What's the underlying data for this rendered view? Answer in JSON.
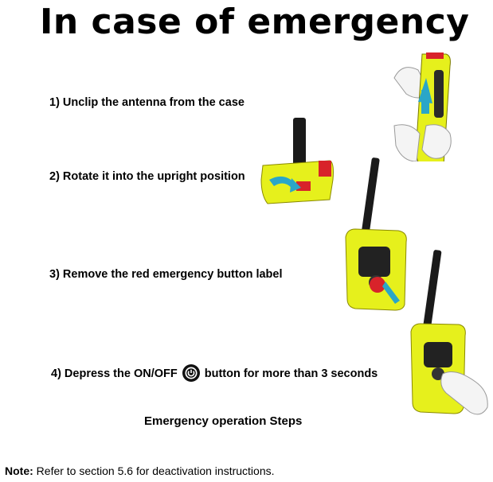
{
  "title": "In case of emergency",
  "steps": [
    {
      "text": "1) Unclip the antenna from the case"
    },
    {
      "text": "2) Rotate it into the upright position"
    },
    {
      "text": "3) Remove the red emergency button label"
    },
    {
      "text_before": "4) Depress the ON/OFF",
      "icon": "power-icon",
      "text_after": "button for more than 3 seconds"
    }
  ],
  "caption": "Emergency operation Steps",
  "note": {
    "label": "Note:",
    "text": " Refer to section 5.6 for deactivation instructions."
  },
  "colors": {
    "device_yellow": "#e6f01c",
    "antenna": "#1a1a1a",
    "accent_red": "#d8232a",
    "arrow_blue": "#2aa6c8"
  }
}
